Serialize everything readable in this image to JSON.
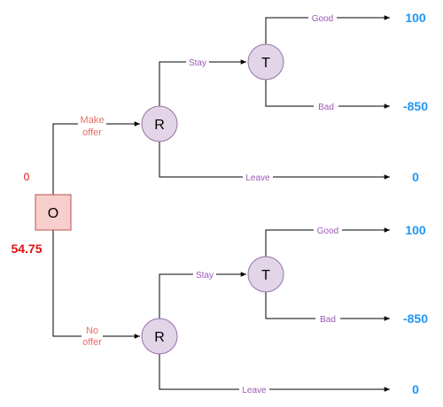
{
  "diagram": {
    "root": {
      "label": "O",
      "value_top": "0",
      "value_bottom": "54.75"
    },
    "branch_make_offer": {
      "line1": "Make",
      "line2": "offer"
    },
    "branch_no_offer": {
      "line1": "No",
      "line2": "offer"
    },
    "upper": {
      "r_node": "R",
      "t_node": "T",
      "stay": "Stay",
      "leave": "Leave",
      "good": "Good",
      "bad": "Bad",
      "payoff_good": "100",
      "payoff_bad": "-850",
      "payoff_leave": "0"
    },
    "lower": {
      "r_node": "R",
      "t_node": "T",
      "stay": "Stay",
      "leave": "Leave",
      "good": "Good",
      "bad": "Bad",
      "payoff_good": "100",
      "payoff_bad": "-850",
      "payoff_leave": "0"
    },
    "colors": {
      "root_fill": "#f8cecc",
      "root_stroke": "#b85450",
      "circle_fill": "#e1d5e7",
      "circle_stroke": "#9673a6",
      "branch_label": "#9b59b6",
      "offer_label": "#ea6b66",
      "payoff": "#2196f3",
      "value": "#e01010"
    }
  }
}
